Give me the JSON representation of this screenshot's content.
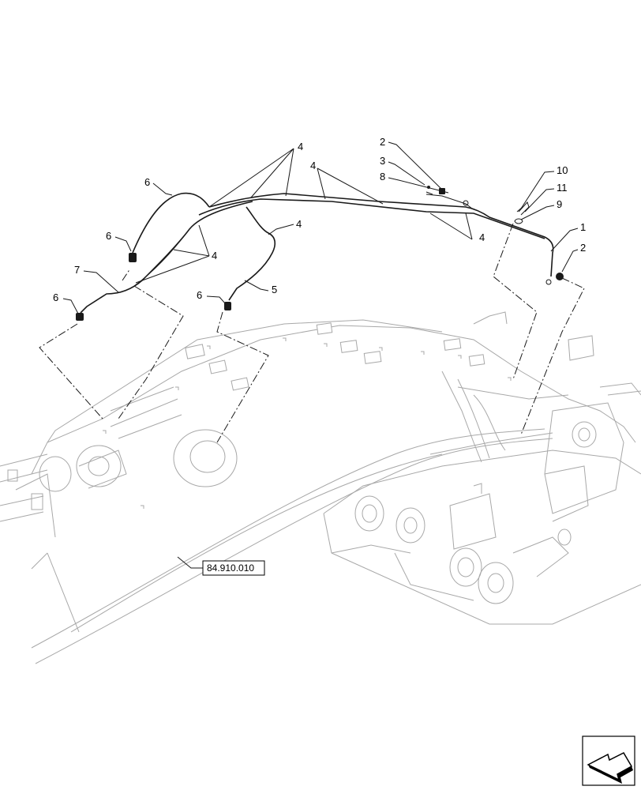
{
  "callouts": [
    {
      "id": "c1",
      "text": "1"
    },
    {
      "id": "c2a",
      "text": "2"
    },
    {
      "id": "c2b",
      "text": "2"
    },
    {
      "id": "c3",
      "text": "3"
    },
    {
      "id": "c4a",
      "text": "4"
    },
    {
      "id": "c4b",
      "text": "4"
    },
    {
      "id": "c4c",
      "text": "4"
    },
    {
      "id": "c4d",
      "text": "4"
    },
    {
      "id": "c4e",
      "text": "4"
    },
    {
      "id": "c5",
      "text": "5"
    },
    {
      "id": "c6a",
      "text": "6"
    },
    {
      "id": "c6b",
      "text": "6"
    },
    {
      "id": "c6c",
      "text": "6"
    },
    {
      "id": "c6d",
      "text": "6"
    },
    {
      "id": "c7",
      "text": "7"
    },
    {
      "id": "c8",
      "text": "8"
    },
    {
      "id": "c9",
      "text": "9"
    },
    {
      "id": "c10",
      "text": "10"
    },
    {
      "id": "c11",
      "text": "11"
    }
  ],
  "reference_box": {
    "text": "84.910.010"
  },
  "icons": {
    "corner": "view-direction-arrow-icon"
  }
}
